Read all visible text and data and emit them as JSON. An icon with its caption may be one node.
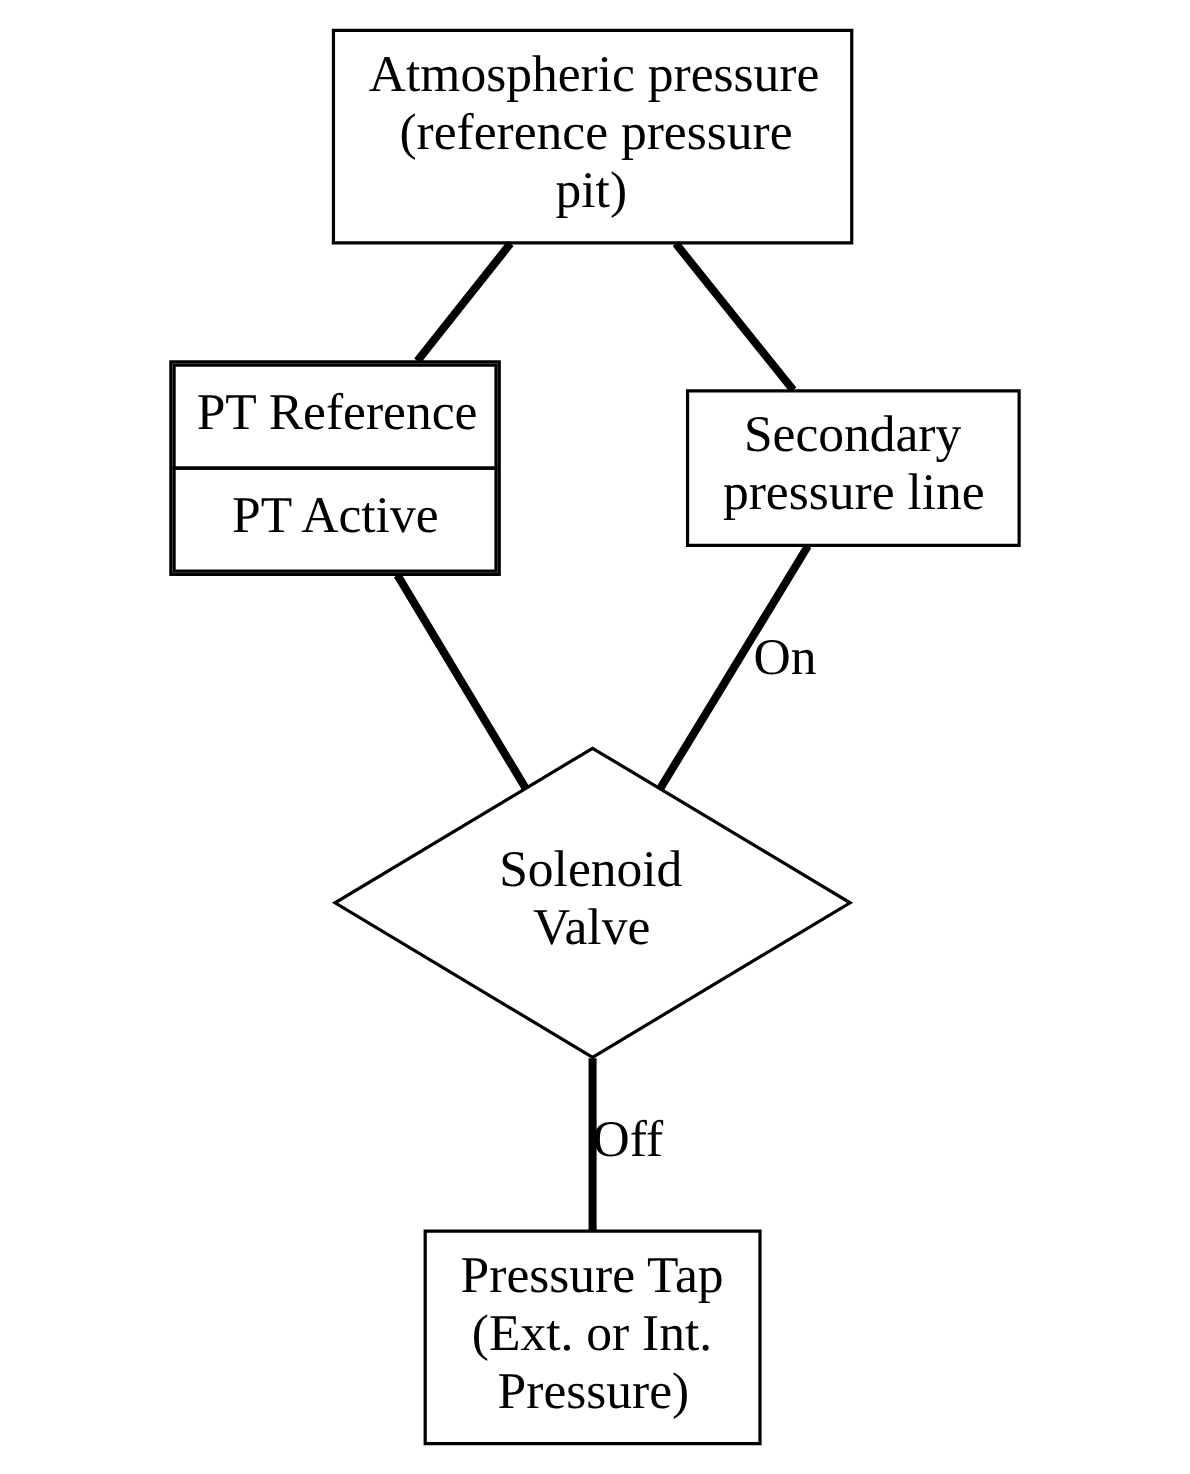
{
  "diagram": {
    "nodes": [
      {
        "text": [
          "Atmospheric pressure (reference pressure pit)"
        ]
      },
      {
        "text": [
          "PT Reference",
          "PT Active"
        ]
      },
      {
        "text": [
          "Secondary pressure line"
        ]
      },
      {
        "text": [
          "Solenoid Valve"
        ]
      },
      {
        "text": [
          "Pressure Tap (Ext. or Int. Pressure)"
        ]
      }
    ],
    "edges": [
      {
        "from": 0,
        "to": 1,
        "arrow": "none"
      },
      {
        "from": 0,
        "to": 2,
        "arrow": "none"
      },
      {
        "from": 1,
        "to": 3,
        "arrow": "none"
      },
      {
        "from": 3,
        "to": 2,
        "arrow": "none",
        "label": "On"
      },
      {
        "from": 3,
        "to": 4,
        "arrow": "none",
        "label": "Off"
      }
    ]
  }
}
